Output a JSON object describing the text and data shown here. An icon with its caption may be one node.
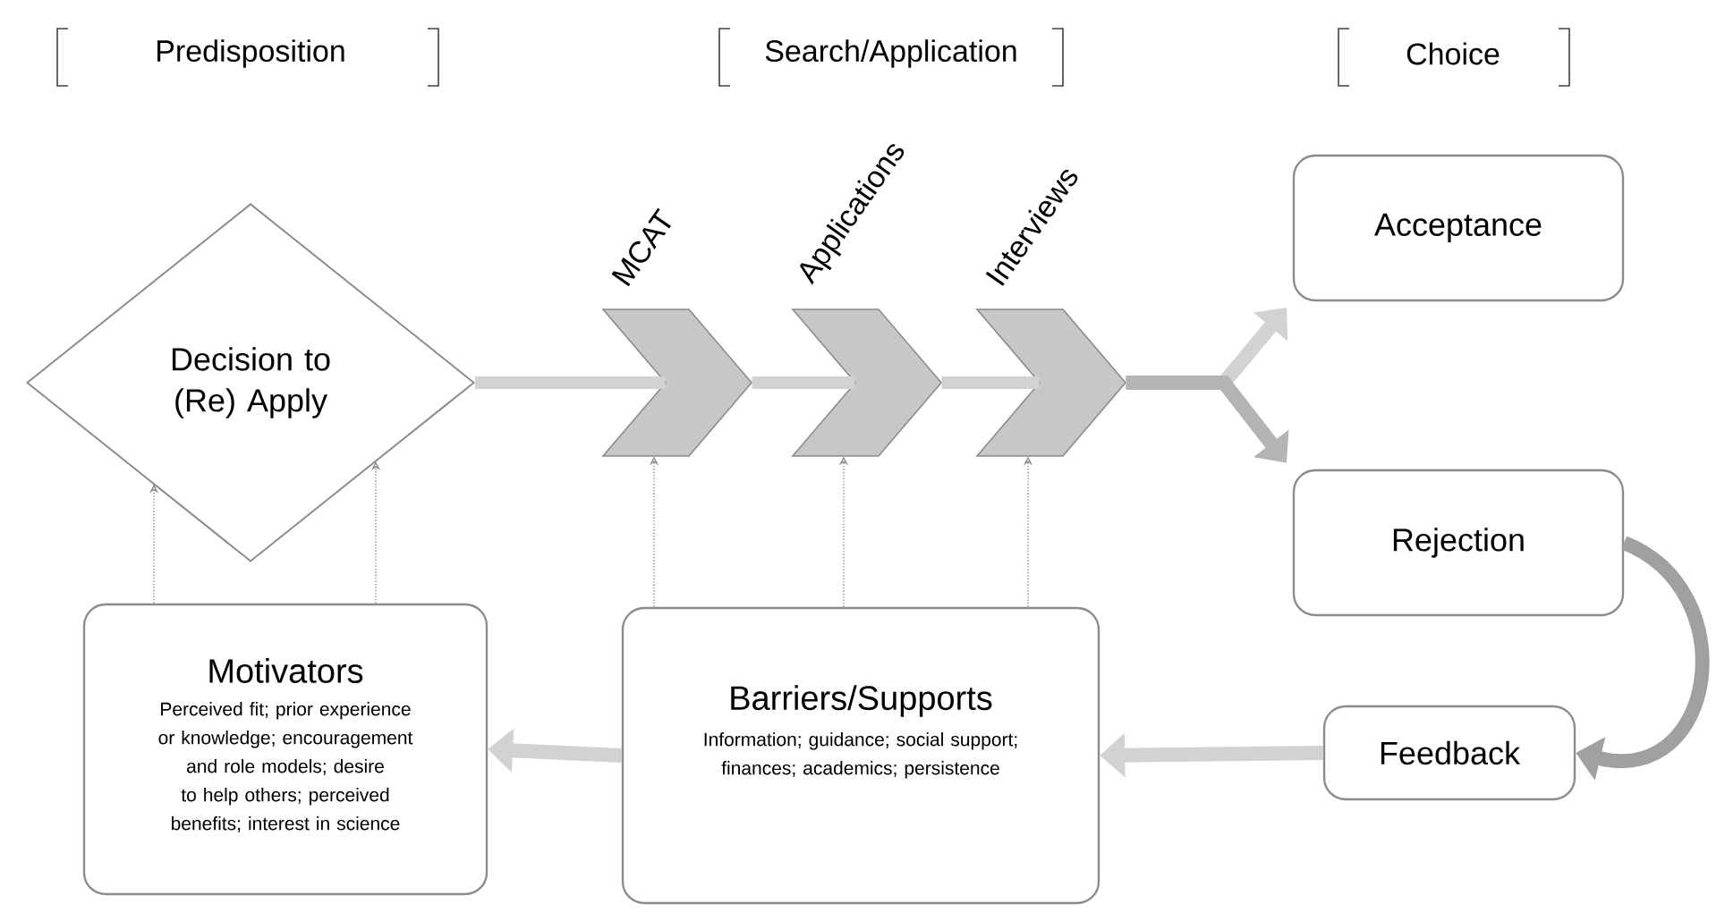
{
  "diagram": {
    "nodes": [
      {
        "text": [
          "Decision to (Re) Apply"
        ]
      },
      {
        "text": [
          "MCAT"
        ]
      },
      {
        "text": [
          "Applications"
        ]
      },
      {
        "text": [
          "Interviews"
        ]
      },
      {
        "text": [
          "Acceptance"
        ]
      },
      {
        "text": [
          "Rejection"
        ]
      },
      {
        "text": [
          "Feedback"
        ]
      },
      {
        "text": [
          "Motivators",
          "Perceived fit; prior experience or knowledge; encouragement and role models; desire to help others; perceived benefits; interest in science"
        ]
      },
      {
        "text": [
          "Barriers/Supports",
          "Information; guidance; social support; finances; academics; persistence"
        ]
      }
    ],
    "edges": [
      {
        "from": 0,
        "to": 1,
        "arrow": "none"
      },
      {
        "from": 1,
        "to": 2,
        "arrow": "none"
      },
      {
        "from": 2,
        "to": 3,
        "arrow": "none"
      },
      {
        "from": 3,
        "to": 4,
        "arrow": "to"
      },
      {
        "from": 3,
        "to": 5,
        "arrow": "to",
        "color": "#b4b4b4"
      },
      {
        "from": 5,
        "to": 6,
        "arrow": "to",
        "color": "#a0a0a0"
      },
      {
        "from": 6,
        "to": 8,
        "arrow": "to"
      },
      {
        "from": 8,
        "to": 7,
        "arrow": "to"
      },
      {
        "from": 7,
        "to": 0,
        "arrow": "to",
        "style": "dashed"
      },
      {
        "from": 7,
        "to": 0,
        "arrow": "to",
        "style": "dashed"
      },
      {
        "from": 8,
        "to": 1,
        "arrow": "to",
        "style": "dashed"
      },
      {
        "from": 8,
        "to": 2,
        "arrow": "to",
        "style": "dashed"
      },
      {
        "from": 8,
        "to": 3,
        "arrow": "to",
        "style": "dashed"
      }
    ],
    "labels": [
      "Predisposition",
      "Search/Application",
      "Choice"
    ]
  }
}
